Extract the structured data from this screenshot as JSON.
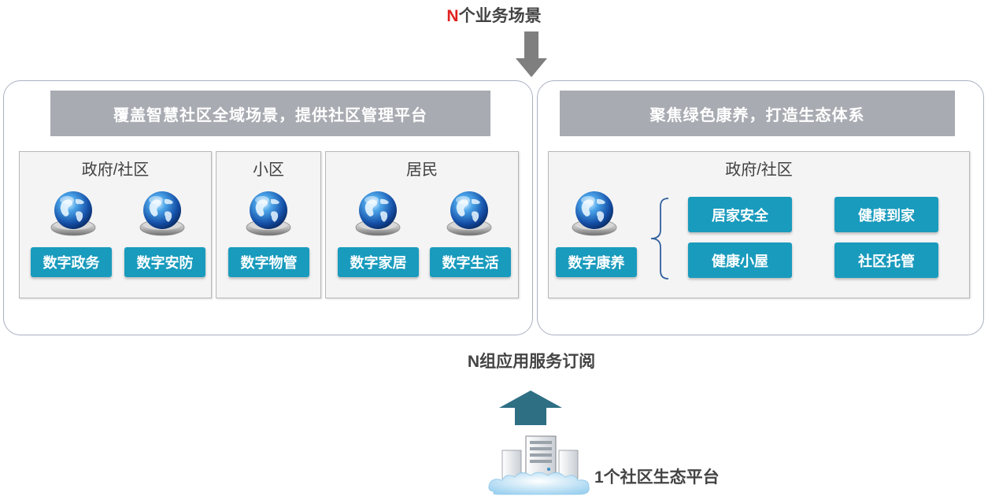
{
  "top": {
    "prefix": "N",
    "text": "个业务场景"
  },
  "left_panel": {
    "banner": "覆盖智慧社区全域场景，提供社区管理平台",
    "groups": [
      {
        "title": "政府/社区",
        "items": [
          "数字政务",
          "数字安防"
        ]
      },
      {
        "title": "小区",
        "items": [
          "数字物管"
        ]
      },
      {
        "title": "居民",
        "items": [
          "数字家居",
          "数字生活"
        ]
      }
    ]
  },
  "right_panel": {
    "banner": "聚焦绿色康养，打造生态体系",
    "group_title": "政府/社区",
    "main_item": "数字康养",
    "sub_items": [
      "居家安全",
      "健康到家",
      "健康小屋",
      "社区托管"
    ]
  },
  "mid_label": "N组应用服务订阅",
  "bottom_label": "1个社区生态平台",
  "colors": {
    "tag": "#199bbd",
    "banner": "#a9abb2",
    "arrow_up": "#2e6f84",
    "arrow_down": "#7f7f7f",
    "accent_n": "#e02020"
  },
  "icons": [
    "globe-icon",
    "server-cloud-icon",
    "arrow-down-icon",
    "arrow-up-icon",
    "brace-icon"
  ]
}
